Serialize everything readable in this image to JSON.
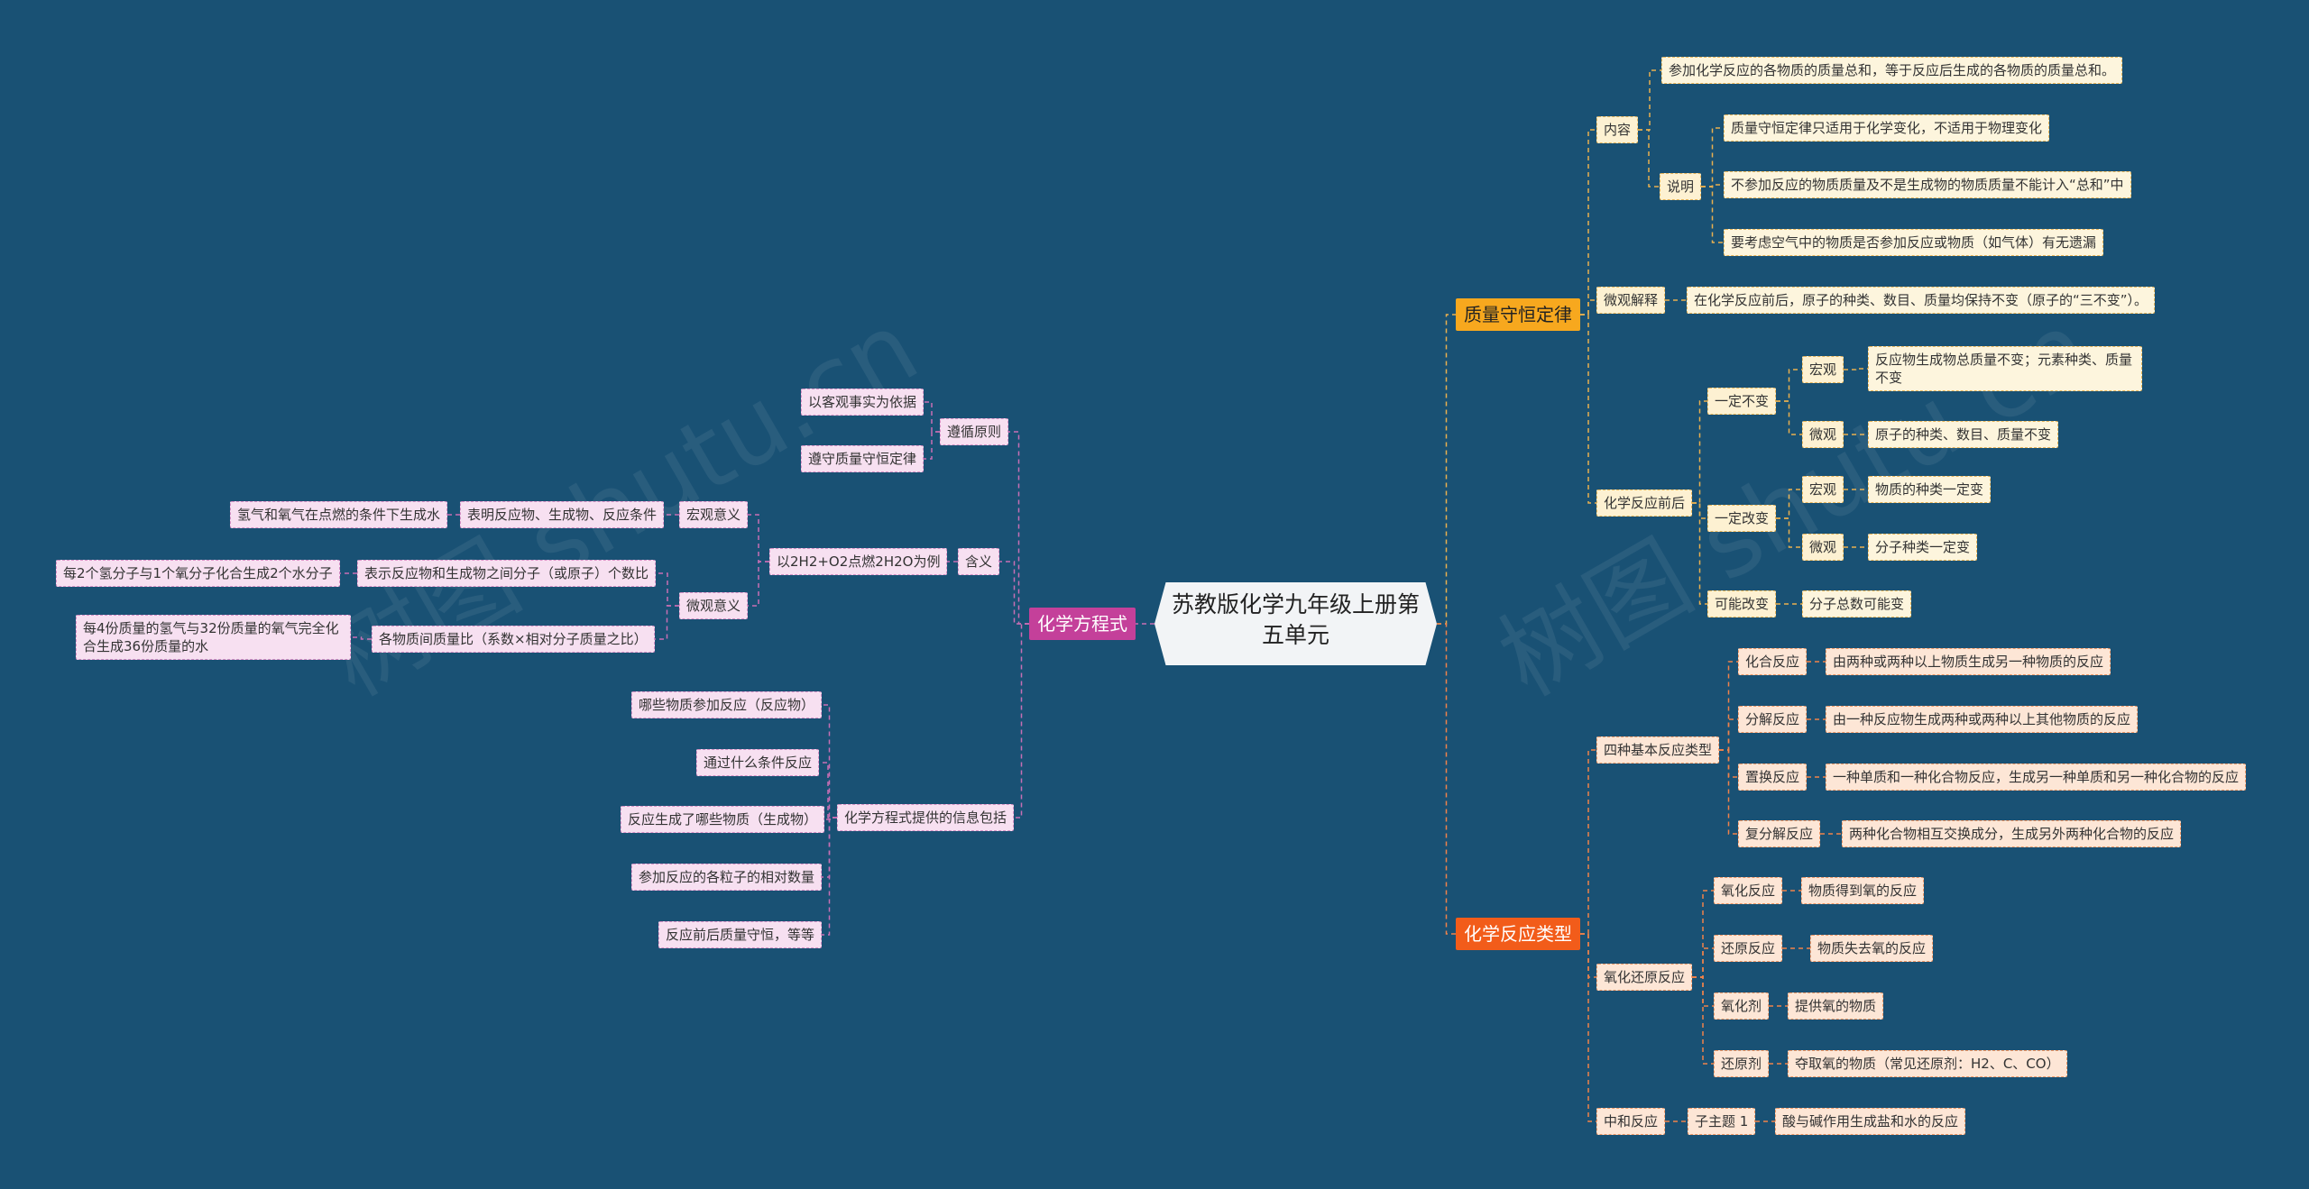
{
  "watermarks": [
    "树图 shutu.cn",
    "树图 shutu.cn"
  ],
  "center": "苏教版化学九年级上册第五单元",
  "branch_law": {
    "title": "质量守恒定律",
    "content": {
      "label": "内容",
      "text": "参加化学反应的各物质的质量总和，等于反应后生成的各物质的质量总和。",
      "note": {
        "label": "说明",
        "items": [
          "质量守恒定律只适用于化学变化，不适用于物理变化",
          "不参加反应的物质质量及不是生成物的物质质量不能计入“总和”中",
          "要考虑空气中的物质是否参加反应或物质（如气体）有无遗漏"
        ]
      }
    },
    "micro": {
      "label": "微观解释",
      "text": "在化学反应前后，原子的种类、数目、质量均保持不变（原子的“三不变”）。"
    },
    "before_after": {
      "label": "化学反应前后",
      "unchanged": {
        "label": "一定不变",
        "macro_label": "宏观",
        "macro_text": "反应物生成物总质量不变；元素种类、质量不变",
        "micro_label": "微观",
        "micro_text": "原子的种类、数目、质量不变"
      },
      "changed": {
        "label": "一定改变",
        "macro_label": "宏观",
        "macro_text": "物质的种类一定变",
        "micro_label": "微观",
        "micro_text": "分子种类一定变"
      },
      "maybe": {
        "label": "可能改变",
        "text": "分子总数可能变"
      }
    }
  },
  "branch_types": {
    "title": "化学反应类型",
    "basic": {
      "label": "四种基本反应类型",
      "items": [
        {
          "label": "化合反应",
          "text": "由两种或两种以上物质生成另一种物质的反应"
        },
        {
          "label": "分解反应",
          "text": "由一种反应物生成两种或两种以上其他物质的反应"
        },
        {
          "label": "置换反应",
          "text": "一种单质和一种化合物反应，生成另一种单质和另一种化合物的反应"
        },
        {
          "label": "复分解反应",
          "text": "两种化合物相互交换成分，生成另外两种化合物的反应"
        }
      ]
    },
    "redox": {
      "label": "氧化还原反应",
      "items": [
        {
          "label": "氧化反应",
          "text": "物质得到氧的反应"
        },
        {
          "label": "还原反应",
          "text": "物质失去氧的反应"
        },
        {
          "label": "氧化剂",
          "text": "提供氧的物质"
        },
        {
          "label": "还原剂",
          "text": "夺取氧的物质（常见还原剂：H2、C、CO）"
        }
      ]
    },
    "neutral": {
      "label": "中和反应",
      "sub_label": "子主题 1",
      "text": "酸与碱作用生成盐和水的反应"
    }
  },
  "branch_equation": {
    "title": "化学方程式",
    "principle": {
      "label": "遵循原则",
      "items": [
        "以客观事实为依据",
        "遵守质量守恒定律"
      ]
    },
    "meaning": {
      "label": "含义",
      "example": "以2H2+O2点燃2H2O为例",
      "macro": {
        "label": "宏观意义",
        "text": "表明反应物、生成物、反应条件",
        "detail": "氢气和氧气在点燃的条件下生成水"
      },
      "micro": {
        "label": "微观意义",
        "text1": "表示反应物和生成物之间分子（或原子）个数比",
        "detail1": "每2个氢分子与1个氧分子化合生成2个水分子",
        "text2": "各物质间质量比（系数×相对分子质量之比）",
        "detail2": "每4份质量的氢气与32份质量的氧气完全化合生成36份质量的水"
      }
    },
    "info": {
      "label": "化学方程式提供的信息包括",
      "items": [
        "哪些物质参加反应（反应物）",
        "通过什么条件反应",
        "反应生成了哪些物质（生成物）",
        "参加反应的各粒子的相对数量",
        "反应前后质量守恒，等等"
      ]
    }
  }
}
